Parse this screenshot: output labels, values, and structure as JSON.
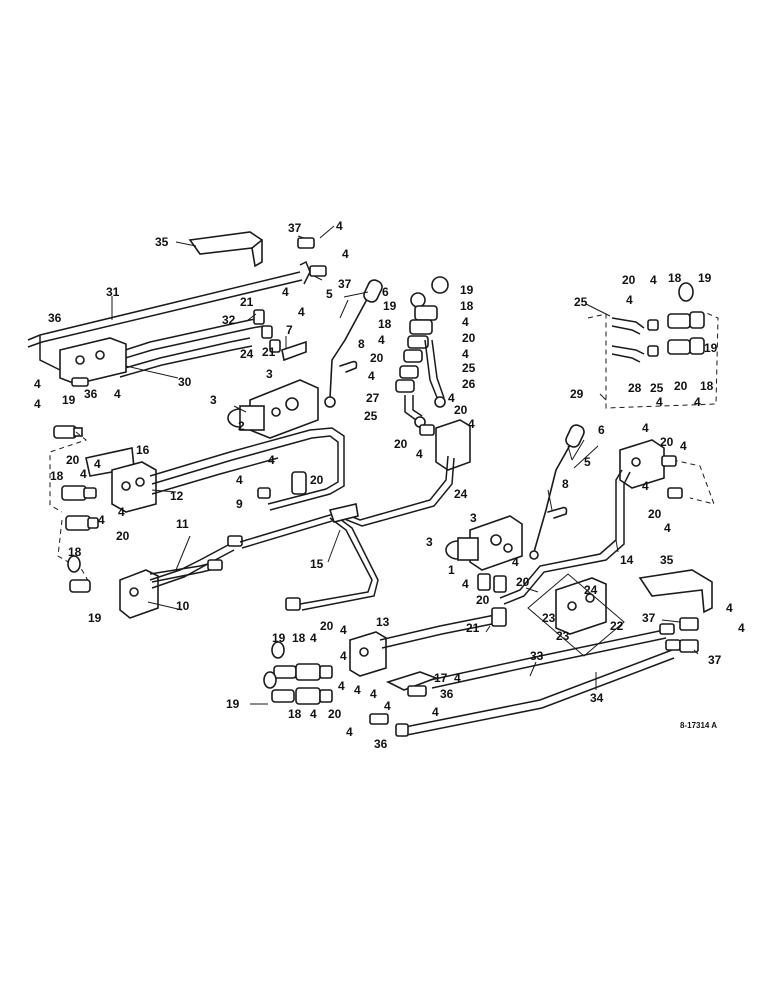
{
  "diagram": {
    "reference_code": "8-17314 A",
    "callouts": [
      "1",
      "2",
      "3",
      "4",
      "5",
      "6",
      "7",
      "8",
      "9",
      "10",
      "11",
      "12",
      "13",
      "14",
      "15",
      "16",
      "17",
      "18",
      "19",
      "20",
      "21",
      "22",
      "23",
      "24",
      "25",
      "26",
      "27",
      "28",
      "29",
      "30",
      "31",
      "32",
      "33",
      "34",
      "35",
      "36",
      "37"
    ]
  }
}
